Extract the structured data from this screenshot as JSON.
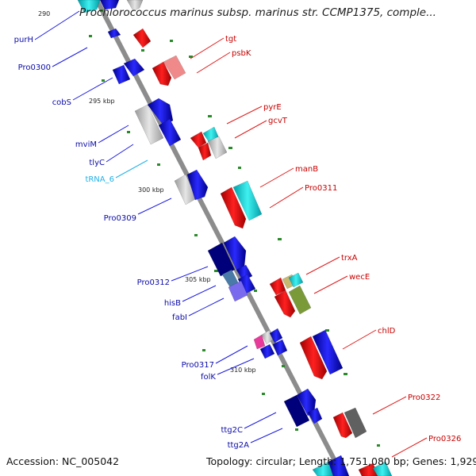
{
  "title": "Prochlorococcus marinus subsp. marinus str. CCMP1375, comple...",
  "footer": {
    "accession": "Accession: NC_005042",
    "topology": "Topology: circular; Length: 1,751,080 bp; Genes: 1,929"
  },
  "colors": {
    "forward_gene": "#1010e0",
    "reverse_gene": "#e81010",
    "rna_label": "#22b0e8",
    "backbone": "#8c8c8c",
    "left_label": "#0a0aa8",
    "right_label": "#c80000"
  },
  "kbp_marks": [
    "290",
    "295 kbp",
    "300 kbp",
    "305 kbp",
    "310 kbp"
  ],
  "left_labels": [
    "purH",
    "Pro0300",
    "cobS",
    "mviM",
    "tlyC",
    "tRNA_6",
    "Pro0309",
    "Pro0312",
    "hisB",
    "fabI",
    "Pro0317",
    "folK",
    "ttg2C",
    "ttg2A"
  ],
  "right_labels": [
    "tgt",
    "psbK",
    "pyrE",
    "gcvT",
    "manB",
    "Pro0311",
    "trxA",
    "wecE",
    "chlD",
    "Pro0322",
    "Pro0326"
  ]
}
